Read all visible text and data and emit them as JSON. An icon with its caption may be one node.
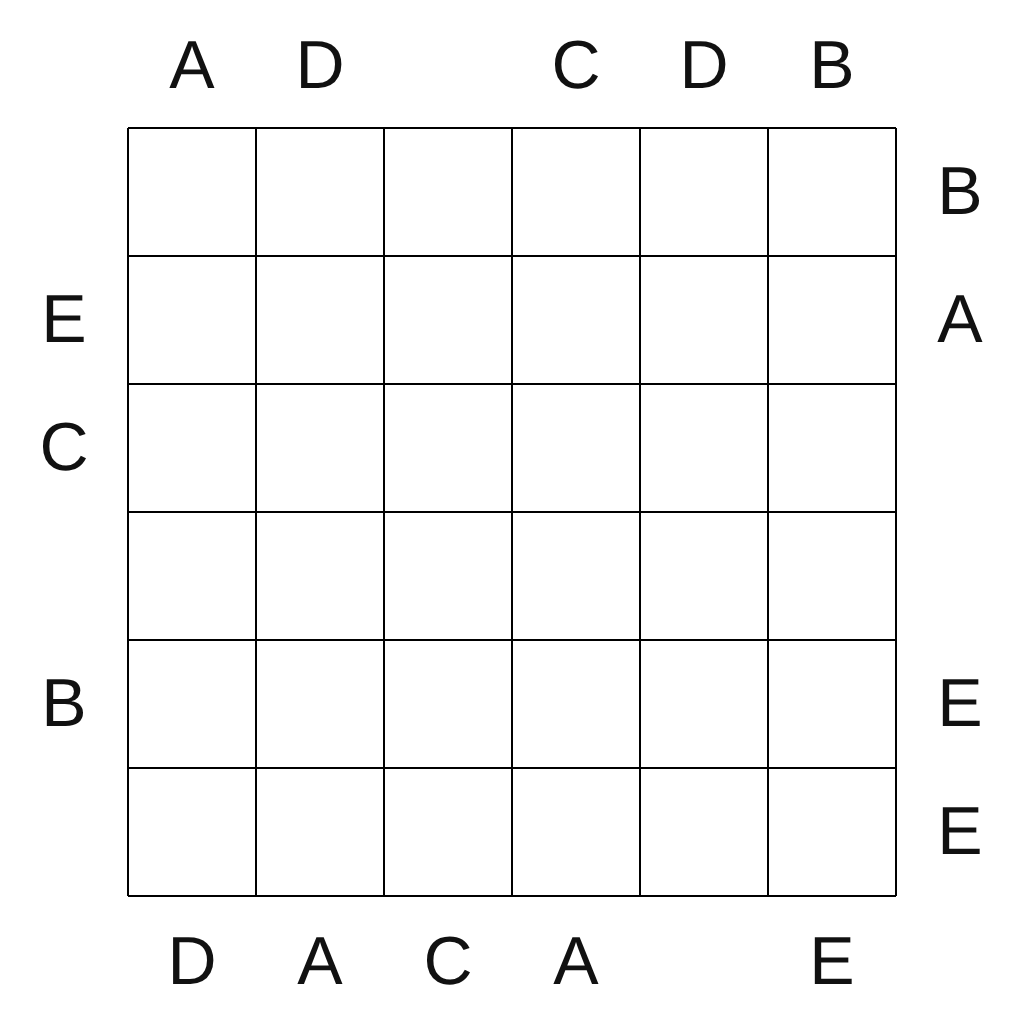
{
  "diagram": {
    "labels": [
      "A",
      "D",
      "C",
      "D",
      "B",
      "B",
      "E",
      "A",
      "C",
      "B",
      "E",
      "E",
      "D",
      "A",
      "C",
      "A",
      "E"
    ]
  }
}
